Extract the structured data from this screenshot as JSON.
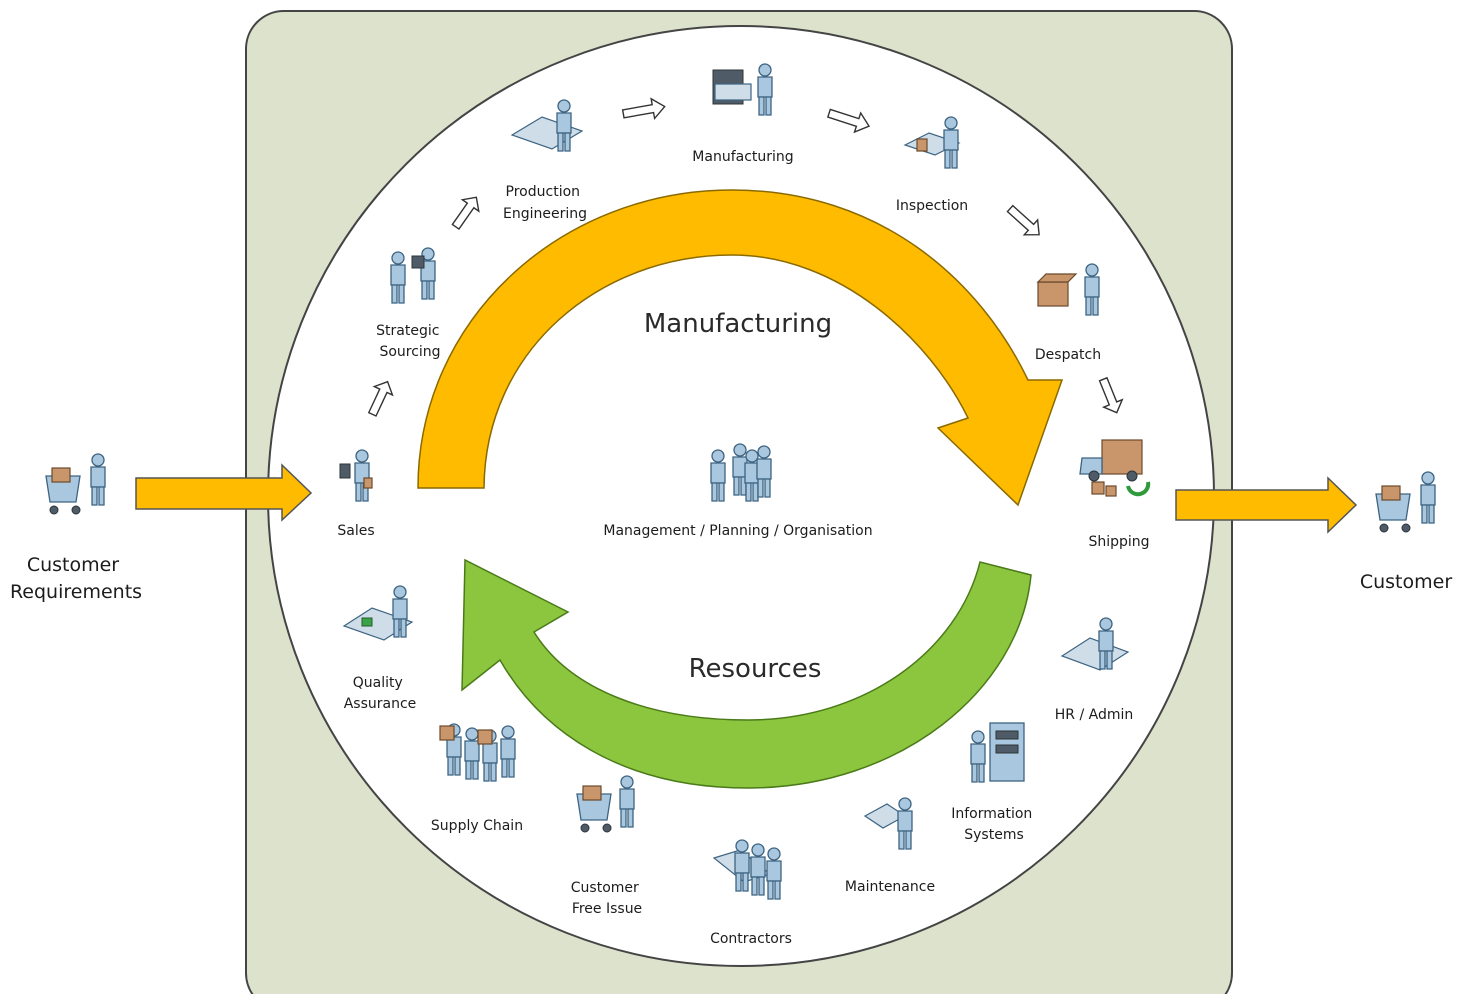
{
  "diagram": {
    "left_input": {
      "lines": [
        "Customer",
        "Requirements"
      ]
    },
    "right_output": {
      "lines": [
        "Customer"
      ]
    },
    "cycles": {
      "top": "Manufacturing",
      "bottom": "Resources",
      "center": "Management / Planning / Organisation"
    },
    "process_steps": [
      {
        "lines": [
          "Sales"
        ],
        "icon": "salesperson-icon"
      },
      {
        "lines": [
          "Strategic",
          "Sourcing"
        ],
        "icon": "handshake-icon"
      },
      {
        "lines": [
          "Production",
          "Engineering"
        ],
        "icon": "engineer-desk-icon"
      },
      {
        "lines": [
          "Manufacturing"
        ],
        "icon": "machine-operator-icon"
      },
      {
        "lines": [
          "Inspection"
        ],
        "icon": "inspector-icon"
      },
      {
        "lines": [
          "Despatch"
        ],
        "icon": "packing-icon"
      },
      {
        "lines": [
          "Shipping"
        ],
        "icon": "delivery-truck-icon"
      }
    ],
    "resources": [
      {
        "lines": [
          "HR / Admin"
        ],
        "icon": "desk-worker-icon"
      },
      {
        "lines": [
          "Information",
          "Systems"
        ],
        "icon": "server-icon"
      },
      {
        "lines": [
          "Maintenance"
        ],
        "icon": "technician-icon"
      },
      {
        "lines": [
          "Contractors"
        ],
        "icon": "contractor-team-icon"
      },
      {
        "lines": [
          "Customer",
          "Free Issue"
        ],
        "icon": "shopping-cart-icon"
      },
      {
        "lines": [
          "Supply Chain"
        ],
        "icon": "supply-team-icon"
      },
      {
        "lines": [
          "Quality",
          "Assurance"
        ],
        "icon": "qa-desk-icon"
      }
    ],
    "colors": {
      "panel": "#dde2cd",
      "circle": "#ffffff",
      "manufacturing_arrow": "#ffbb00",
      "resources_arrow": "#8cc63f",
      "io_arrow": "#ffbb00"
    }
  }
}
